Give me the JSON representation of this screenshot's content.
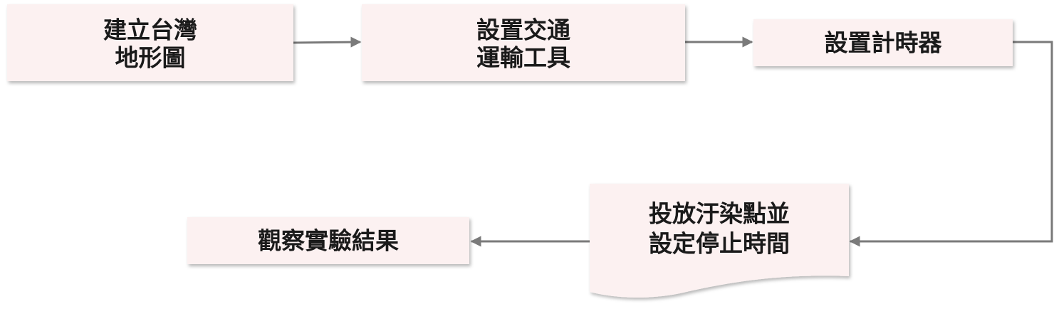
{
  "nodes": {
    "build_map": {
      "lines": [
        "建立台灣",
        "地形圖"
      ]
    },
    "set_transport": {
      "lines": [
        "設置交通",
        "運輸工具"
      ]
    },
    "set_timer": {
      "lines": [
        "設置計時器"
      ]
    },
    "place_pollution": {
      "lines": [
        "投放汙染點並",
        "設定停止時間"
      ]
    },
    "observe_results": {
      "lines": [
        "觀察實驗結果"
      ]
    }
  },
  "colors": {
    "node_fill": "#fcf1f1",
    "arrow": "#7a7a7a",
    "text": "#1a1a1a"
  }
}
